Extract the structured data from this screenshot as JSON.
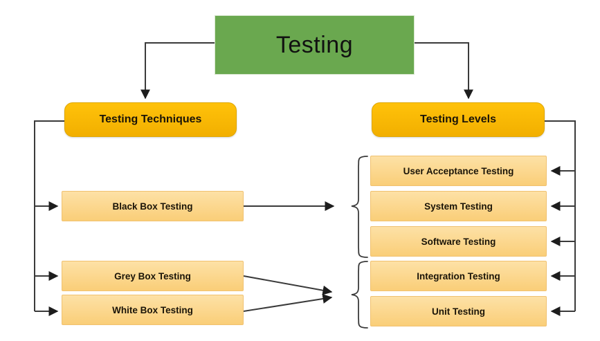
{
  "diagram": {
    "title": "Testing",
    "type": "hierarchy-flowchart",
    "background_color": "#FFFFFF",
    "root": {
      "label": "Testing",
      "color": "#6AA84F",
      "text_color": "#111111"
    },
    "categories": [
      {
        "id": "testing-techniques",
        "label": "Testing Techniques",
        "color": "#F5B700",
        "text_color": "#1A1408",
        "side": "left"
      },
      {
        "id": "testing-levels",
        "label": "Testing Levels",
        "color": "#F5B700",
        "text_color": "#1A1408",
        "side": "right"
      }
    ],
    "techniques": [
      {
        "id": "black-box-testing",
        "label": "Black Box Testing"
      },
      {
        "id": "grey-box-testing",
        "label": "Grey Box Testing"
      },
      {
        "id": "white-box-testing",
        "label": "White Box Testing"
      }
    ],
    "levels_upper_group": [
      {
        "id": "user-acceptance-testing",
        "label": "User Acceptance Testing"
      },
      {
        "id": "system-testing",
        "label": "System Testing"
      },
      {
        "id": "software-testing",
        "label": "Software Testing"
      }
    ],
    "levels_lower_group": [
      {
        "id": "integration-testing",
        "label": "Integration Testing"
      },
      {
        "id": "unit-testing",
        "label": "Unit Testing"
      }
    ],
    "leaf_color": "#FBD88E",
    "leaf_text_color": "#1A1408",
    "connector_color": "#3A3A3A"
  }
}
